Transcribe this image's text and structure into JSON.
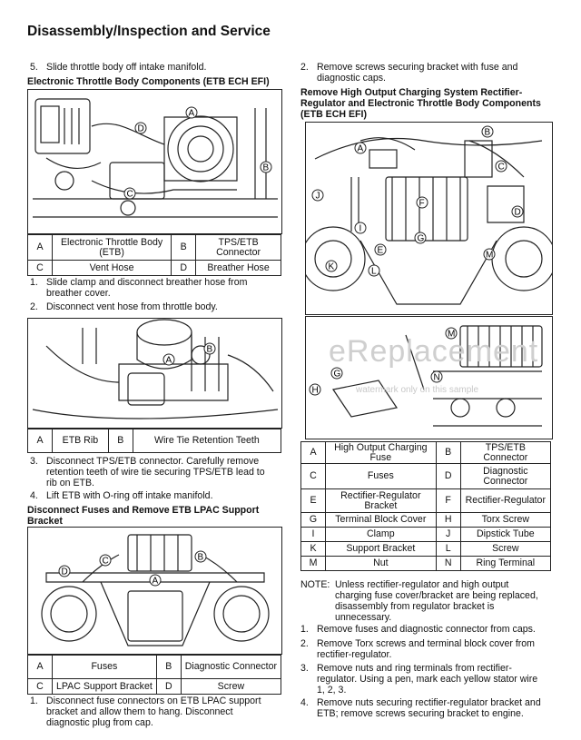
{
  "page_title": "Disassembly/Inspection and Service",
  "left": {
    "step5": {
      "num": "5.",
      "text": "Slide throttle body off intake manifold."
    },
    "etb_heading": "Electronic Throttle Body Components (ETB ECH EFI)",
    "fig1_callouts": [
      "A",
      "B",
      "C",
      "D"
    ],
    "legend1": [
      [
        {
          "k": "A",
          "v": "Electronic Throttle Body (ETB)"
        },
        {
          "k": "B",
          "v": "TPS/ETB Connector"
        }
      ],
      [
        {
          "k": "C",
          "v": "Vent Hose"
        },
        {
          "k": "D",
          "v": "Breather Hose"
        }
      ]
    ],
    "steps_a": [
      {
        "num": "1.",
        "line1": "Slide clamp and disconnect breather hose from",
        "line2": "breather cover."
      },
      {
        "num": "2.",
        "line1": "Disconnect vent hose from throttle body.",
        "line2": ""
      }
    ],
    "fig2_callouts": [
      "A",
      "B"
    ],
    "legend2": [
      [
        {
          "k": "A",
          "v": "ETB Rib"
        },
        {
          "k": "B",
          "v": "Wire Tie Retention Teeth"
        }
      ]
    ],
    "steps_b": [
      {
        "num": "3.",
        "lines": [
          "Disconnect TPS/ETB connector. Carefully remove",
          "retention teeth of wire tie securing TPS/ETB lead to",
          "rib on ETB."
        ]
      },
      {
        "num": "4.",
        "lines": [
          "Lift ETB with O-ring off intake manifold."
        ]
      }
    ],
    "fuse_heading_l1": "Disconnect Fuses and Remove ETB LPAC Support",
    "fuse_heading_l2": "Bracket",
    "fig3_callouts": [
      "A",
      "B",
      "C",
      "D"
    ],
    "legend3": [
      [
        {
          "k": "A",
          "v": "Fuses"
        },
        {
          "k": "B",
          "v": "Diagnostic Connector"
        }
      ],
      [
        {
          "k": "C",
          "v": "LPAC Support Bracket"
        },
        {
          "k": "D",
          "v": "Screw"
        }
      ]
    ],
    "step1b": {
      "num": "1.",
      "lines": [
        "Disconnect fuse connectors on ETB LPAC support",
        "bracket and allow them to hang. Disconnect",
        "diagnostic plug from cap."
      ]
    }
  },
  "right": {
    "step2": {
      "num": "2.",
      "lines": [
        "Remove screws securing bracket with fuse and",
        "diagnostic caps."
      ]
    },
    "heading": [
      "Remove High Output Charging System Rectifier-",
      "Regulator and Electronic Throttle Body Components",
      "(ETB ECH EFI)"
    ],
    "fig4_callouts": [
      "A",
      "B",
      "C",
      "D",
      "E",
      "F",
      "G",
      "I",
      "J",
      "K",
      "L",
      "M"
    ],
    "fig5_callouts": [
      "G",
      "H",
      "M",
      "N"
    ],
    "watermark": "eReplacement",
    "watermark_sub": "watermark only on this sample",
    "legend4": [
      [
        {
          "k": "A",
          "v": "High Output Charging Fuse"
        },
        {
          "k": "B",
          "v": "TPS/ETB Connector"
        }
      ],
      [
        {
          "k": "C",
          "v": "Fuses"
        },
        {
          "k": "D",
          "v": "Diagnostic Connector"
        }
      ],
      [
        {
          "k": "E",
          "v": "Rectifier-Regulator Bracket"
        },
        {
          "k": "F",
          "v": "Rectifier-Regulator"
        }
      ],
      [
        {
          "k": "G",
          "v": "Terminal Block Cover"
        },
        {
          "k": "H",
          "v": "Torx Screw"
        }
      ],
      [
        {
          "k": "I",
          "v": "Clamp"
        },
        {
          "k": "J",
          "v": "Dipstick Tube"
        }
      ],
      [
        {
          "k": "K",
          "v": "Support Bracket"
        },
        {
          "k": "L",
          "v": "Screw"
        }
      ],
      [
        {
          "k": "M",
          "v": "Nut"
        },
        {
          "k": "N",
          "v": "Ring Terminal"
        }
      ]
    ],
    "note_label": "NOTE:",
    "note_lines": [
      "Unless rectifier-regulator and high output",
      "charging fuse cover/bracket are being replaced,",
      "disassembly from regulator bracket is",
      "unnecessary."
    ],
    "steps": [
      {
        "num": "1.",
        "lines": [
          "Remove fuses and diagnostic connector from caps."
        ]
      },
      {
        "num": "2.",
        "lines": [
          "Remove Torx screws and terminal block cover from",
          "rectifier-regulator."
        ]
      },
      {
        "num": "3.",
        "lines": [
          "Remove nuts and ring terminals from rectifier-",
          "regulator. Using a pen, mark each yellow stator wire",
          "1, 2, 3."
        ]
      },
      {
        "num": "4.",
        "lines": [
          "Remove nuts securing rectifier-regulator bracket and",
          "ETB; remove screws securing bracket to engine."
        ]
      }
    ]
  }
}
